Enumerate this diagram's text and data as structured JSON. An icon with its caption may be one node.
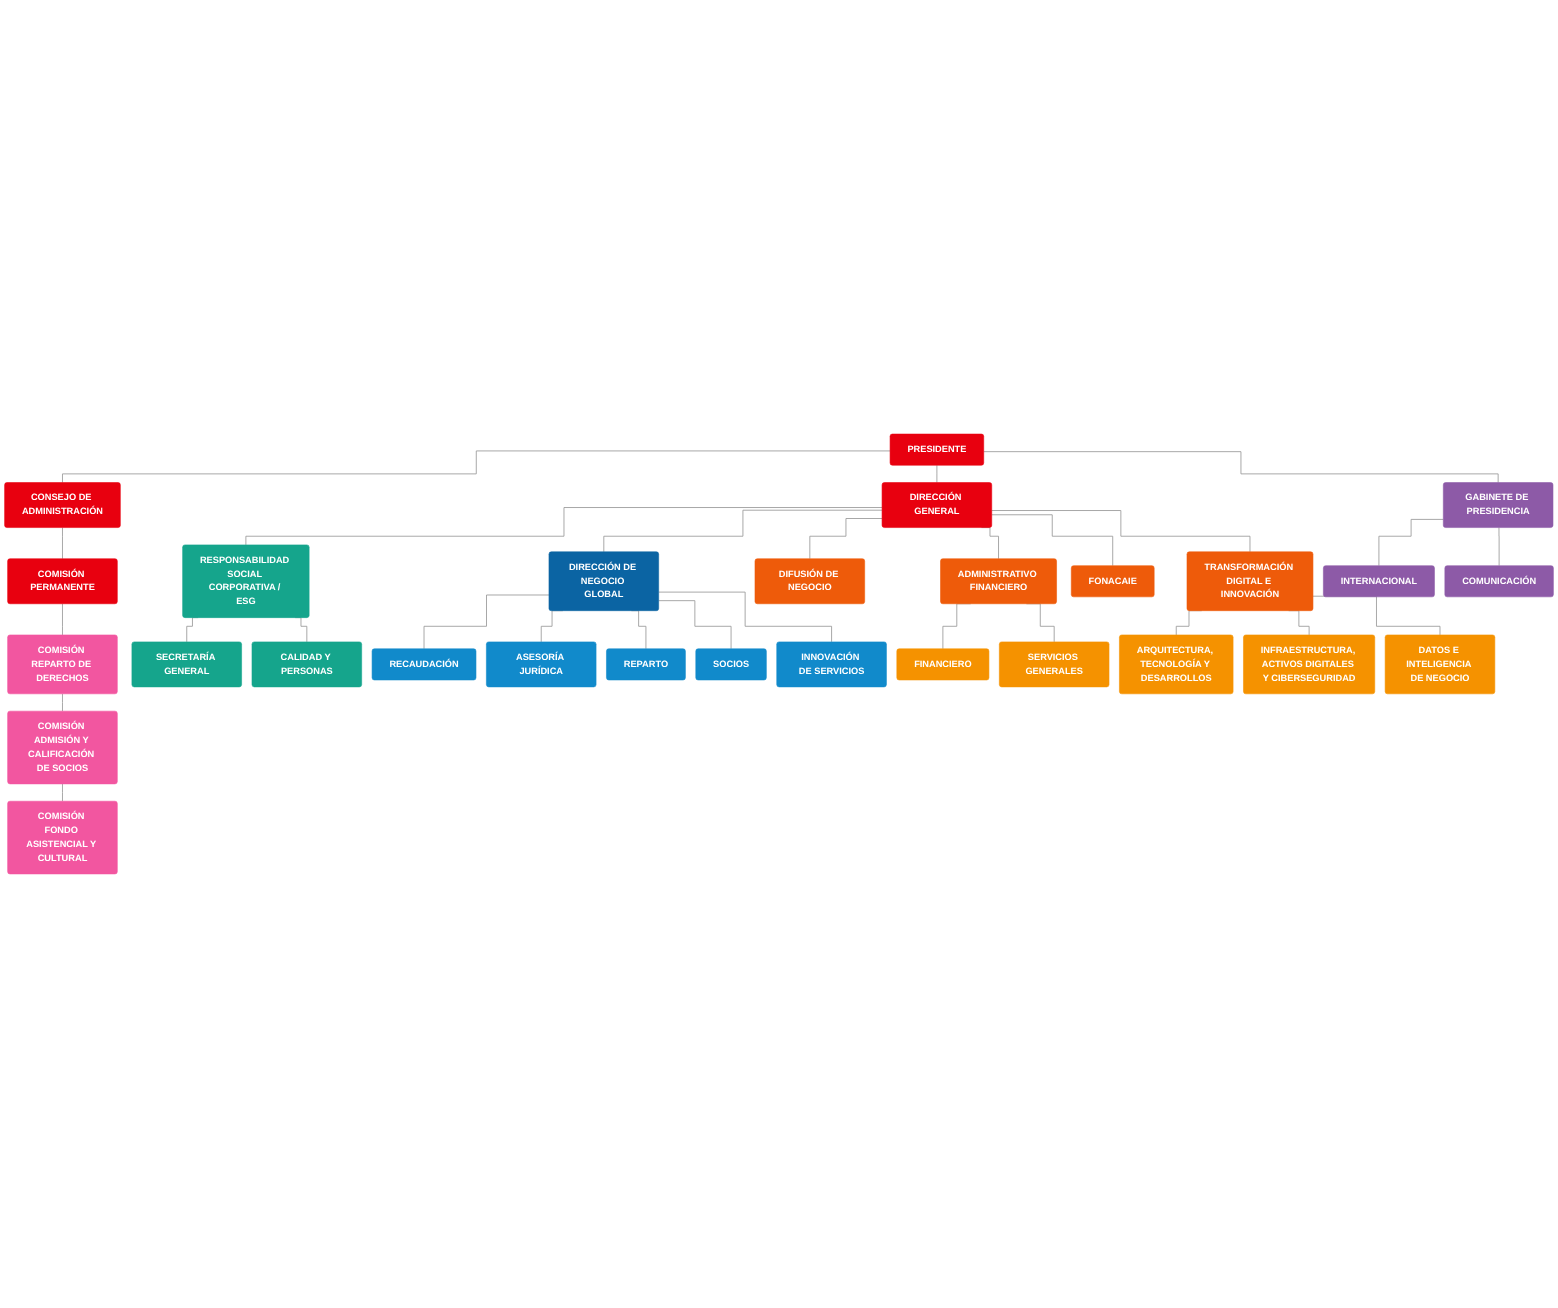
{
  "diagram": {
    "nodes": [
      {
        "text": [
          "PRESIDENTE"
        ]
      },
      {
        "text": [
          "CONSEJO DE ADMINISTRACIÓN"
        ]
      },
      {
        "text": [
          "DIRECCIÓN GENERAL"
        ]
      },
      {
        "text": [
          "COMISIÓN PERMANENTE"
        ]
      },
      {
        "text": [
          "GABINETE DE PRESIDENCIA"
        ]
      },
      {
        "text": [
          "COMISIÓN REPARTO DE DERECHOS"
        ]
      },
      {
        "text": [
          "RESPONSABILIDAD SOCIAL CORPORATIVA / ESG"
        ]
      },
      {
        "text": [
          "COMISIÓN ADMISIÓN Y CALIFICACIÓN DE SOCIOS"
        ]
      },
      {
        "text": [
          "INTERNACIONAL"
        ]
      },
      {
        "text": [
          "COMUNICACIÓN"
        ]
      },
      {
        "text": [
          "SECRETARÍA GENERAL"
        ]
      },
      {
        "text": [
          "CALIDAD Y PERSONAS"
        ]
      },
      {
        "text": [
          "COMISIÓN FONDO ASISTENCIAL Y CULTURAL"
        ]
      },
      {
        "text": [
          "DIRECCIÓN DE NEGOCIO GLOBAL"
        ]
      },
      {
        "text": [
          "DIFUSIÓN DE NEGOCIO"
        ]
      },
      {
        "text": [
          "ADMINISTRATIVO FINANCIERO"
        ]
      },
      {
        "text": [
          "FONACAIE"
        ]
      },
      {
        "text": [
          "TRANSFORMACIÓN DIGITAL E INNOVACIÓN"
        ]
      },
      {
        "text": [
          "RECAUDACIÓN"
        ]
      },
      {
        "text": [
          "ASESORÍA JURÍDICA"
        ]
      },
      {
        "text": [
          "FINANCIERO"
        ]
      },
      {
        "text": [
          "REPARTO"
        ]
      },
      {
        "text": [
          "SOCIOS"
        ]
      },
      {
        "text": [
          "SERVICIOS GENERALES"
        ]
      },
      {
        "text": [
          "INNOVACIÓN DE SERVICIOS"
        ]
      },
      {
        "text": [
          "ARQUITECTURA, TECNOLOGÍA Y DESARROLLOS"
        ]
      },
      {
        "text": [
          "INFRAESTRUCTURA, ACTIVOS DIGITALES Y CIBERSEGURIDAD"
        ]
      },
      {
        "text": [
          "DATOS E INTELIGENCIA DE NEGOCIO"
        ]
      }
    ],
    "edges": [
      {
        "from": 0,
        "to": 1,
        "arrow": "none"
      },
      {
        "from": 0,
        "to": 2,
        "arrow": "none"
      },
      {
        "from": 0,
        "to": 4,
        "arrow": "none"
      },
      {
        "from": 4,
        "to": 8,
        "arrow": "none"
      },
      {
        "from": 4,
        "to": 9,
        "arrow": "none"
      },
      {
        "from": 1,
        "to": 3,
        "arrow": "none"
      },
      {
        "from": 3,
        "to": 5,
        "arrow": "none"
      },
      {
        "from": 5,
        "to": 7,
        "arrow": "none"
      },
      {
        "from": 7,
        "to": 12,
        "arrow": "none"
      },
      {
        "from": 2,
        "to": 6,
        "arrow": "none"
      },
      {
        "from": 6,
        "to": 10,
        "arrow": "none"
      },
      {
        "from": 6,
        "to": 11,
        "arrow": "none"
      },
      {
        "from": 2,
        "to": 13,
        "arrow": "none"
      },
      {
        "from": 2,
        "to": 14,
        "arrow": "none"
      },
      {
        "from": 2,
        "to": 15,
        "arrow": "none"
      },
      {
        "from": 2,
        "to": 16,
        "arrow": "none"
      },
      {
        "from": 2,
        "to": 17,
        "arrow": "none"
      },
      {
        "from": 15,
        "to": 20,
        "arrow": "none"
      },
      {
        "from": 15,
        "to": 23,
        "arrow": "none"
      },
      {
        "from": 17,
        "to": 25,
        "arrow": "none"
      },
      {
        "from": 17,
        "to": 26,
        "arrow": "none"
      },
      {
        "from": 17,
        "to": 27,
        "arrow": "none"
      },
      {
        "from": 13,
        "to": 18,
        "arrow": "none"
      },
      {
        "from": 13,
        "to": 19,
        "arrow": "none"
      },
      {
        "from": 13,
        "to": 21,
        "arrow": "none"
      },
      {
        "from": 13,
        "to": 22,
        "arrow": "none"
      },
      {
        "from": 13,
        "to": 24,
        "arrow": "none"
      }
    ]
  }
}
